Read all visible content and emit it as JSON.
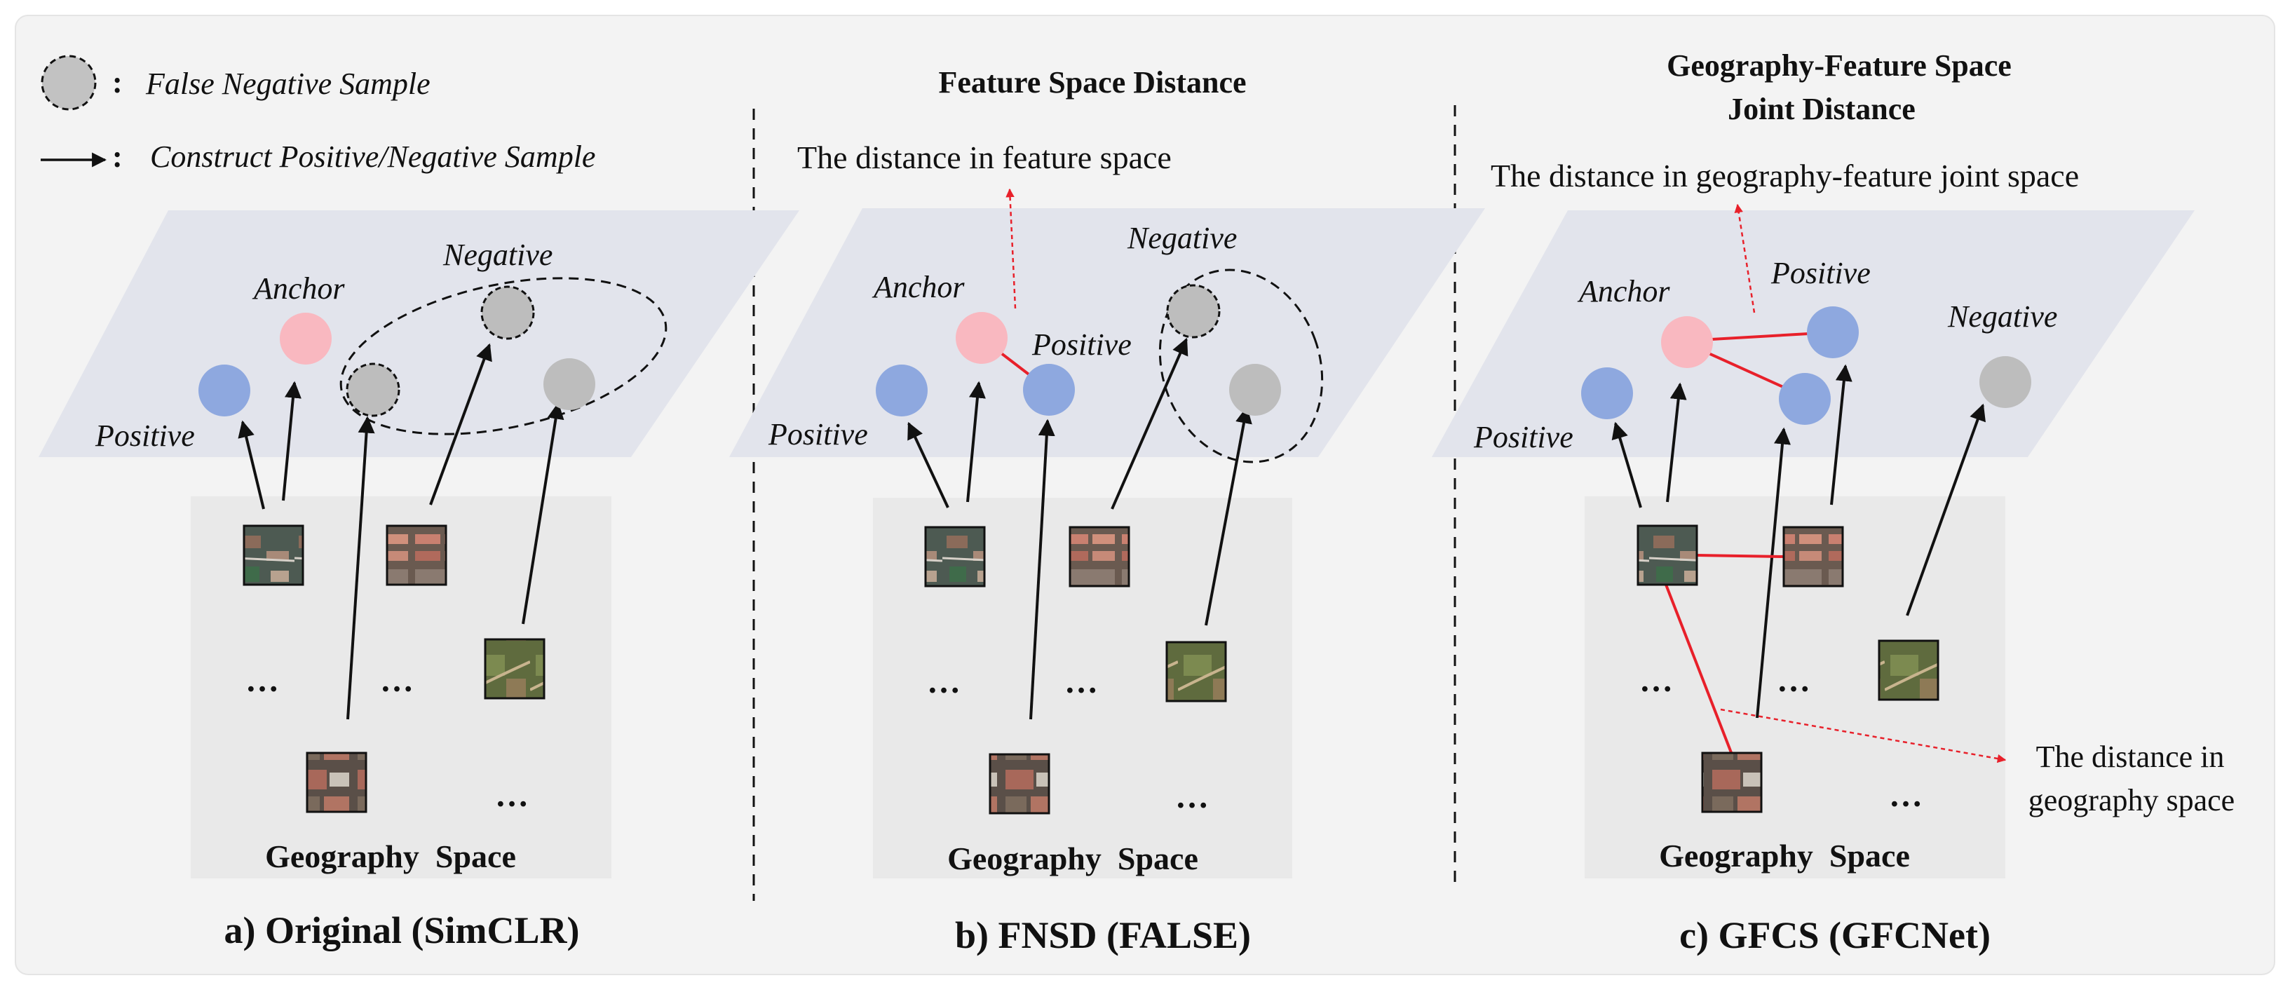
{
  "legend": {
    "false_negative_label": "False Negative Sample",
    "construct_label": "Construct Positive/Negative Sample",
    "colon": ":"
  },
  "common": {
    "anchor": "Anchor",
    "positive": "Positive",
    "negative": "Negative",
    "geo_space": "Geography  Space",
    "ellipsis": "…"
  },
  "panels": {
    "a": {
      "caption": "a) Original (SimCLR)"
    },
    "b": {
      "caption": "b) FNSD (FALSE)",
      "heading": "Feature Space Distance",
      "annotation": "The distance in feature space"
    },
    "c": {
      "caption": "c) GFCS (GFCNet)",
      "heading_line1": "Geography-Feature Space",
      "heading_line2": "Joint Distance",
      "annotation": "The distance in geography-feature joint space",
      "geo_annotation_line1": "The distance in",
      "geo_annotation_line2": "geography space"
    }
  },
  "colors": {
    "anchor": "#f9b8c0",
    "positive": "#8ea8df",
    "negative": "#bdbdbd",
    "plane": "#e2e4ec",
    "geo_box": "#e9e9e9",
    "red": "#e8202a",
    "text": "#111111"
  }
}
